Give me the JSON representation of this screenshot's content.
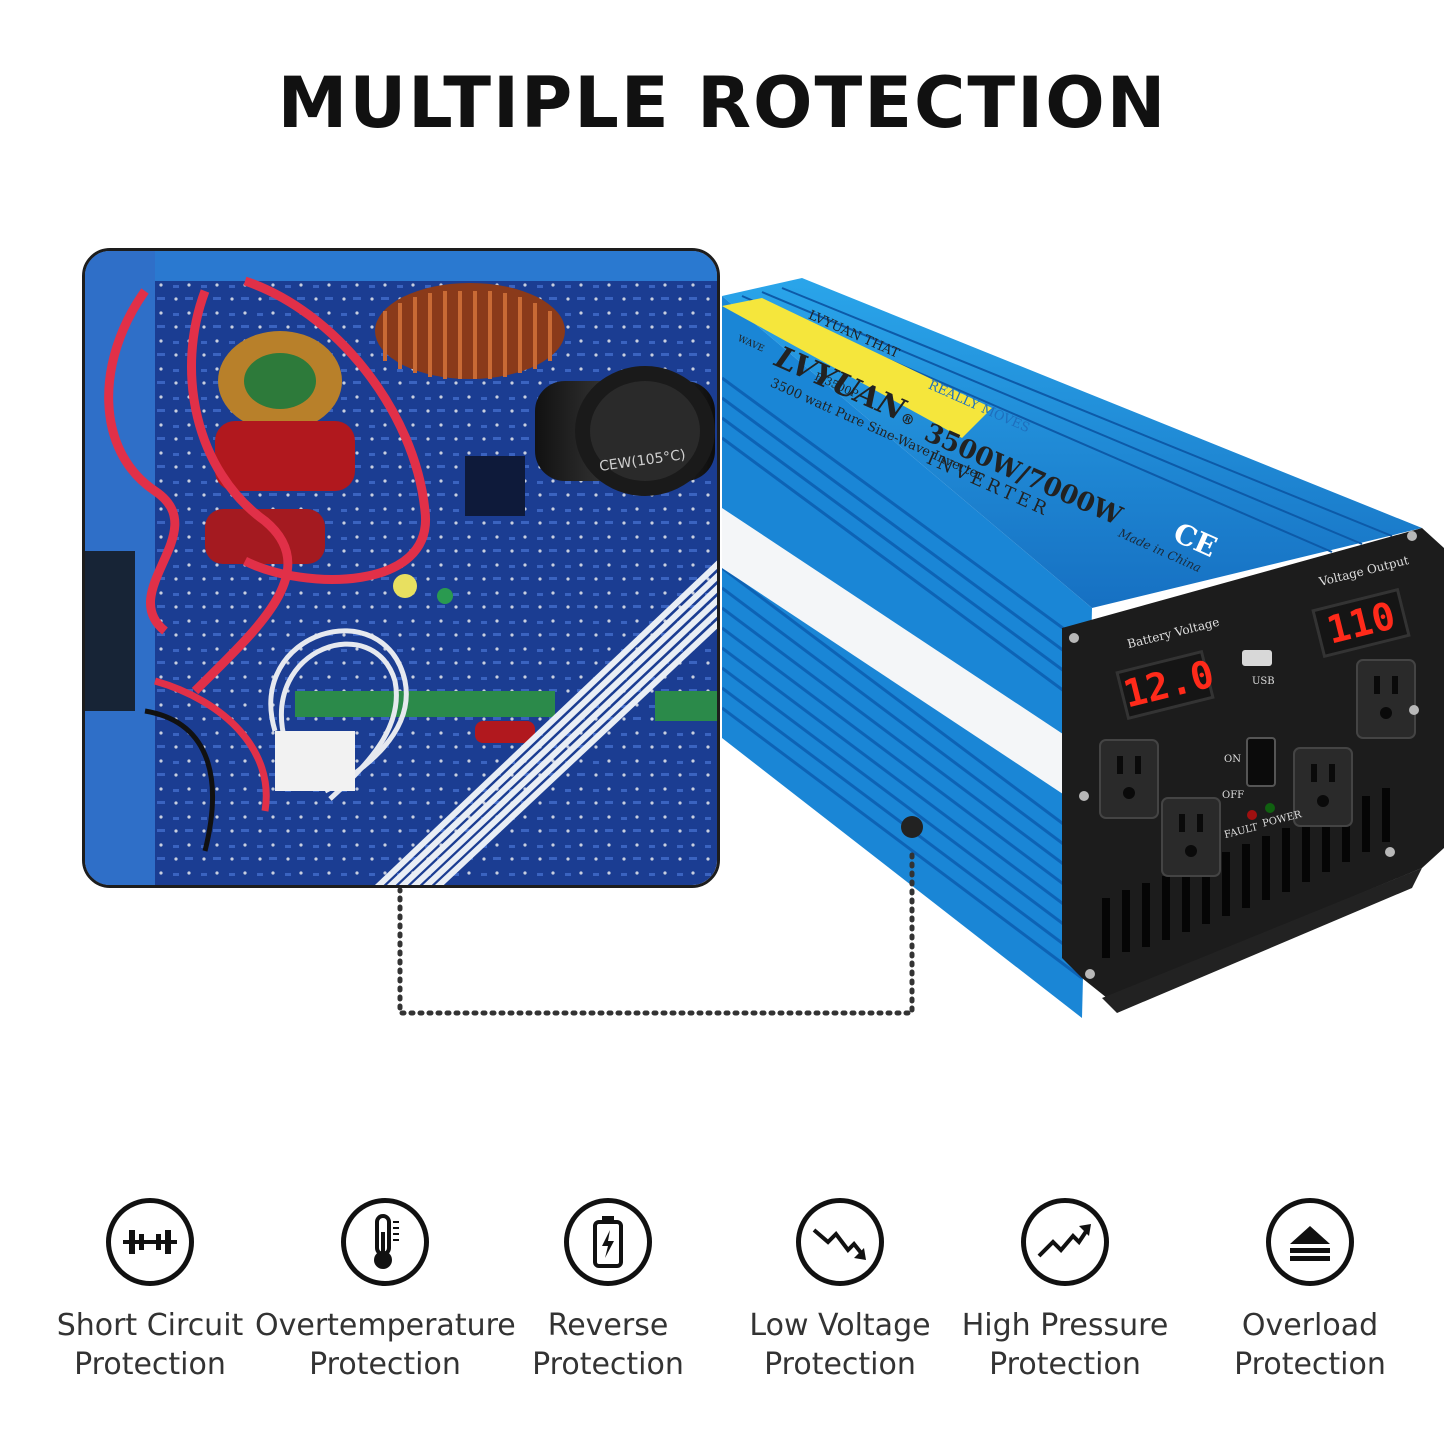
{
  "title": "MULTIPLE ROTECTION",
  "product": {
    "brand": "LVYUAN",
    "brand_mark": "®",
    "slogan_left": "LVYUAN THAT",
    "slogan_right": "REALLY MOVES",
    "model": "F-3500P",
    "power": "3500W/7000W",
    "type": "INVERTER",
    "description": "3500 watt Pure Sine-Wave Inverter",
    "wave_text": "WAVE",
    "cert": "CE",
    "origin": "Made in China",
    "battery_label": "Battery Voltage",
    "battery_value": "12.0",
    "output_label": "Voltage Output",
    "output_value": "110",
    "usb_label": "USB",
    "on_label": "ON",
    "off_label": "OFF",
    "fault_label": "FAULT",
    "power_label": "POWER"
  },
  "board": {
    "capacitor_text": "CEW(105°C)"
  },
  "features": [
    {
      "line1": "Short Circuit",
      "line2": "Protection",
      "icon": "short-circuit-icon"
    },
    {
      "line1": "Overtemperature",
      "line2": "Protection",
      "icon": "thermometer-icon"
    },
    {
      "line1": "Reverse",
      "line2": "Protection",
      "icon": "battery-icon"
    },
    {
      "line1": "Low Voltage",
      "line2": "Protection",
      "icon": "trend-down-icon"
    },
    {
      "line1": "High Pressure",
      "line2": "Protection",
      "icon": "trend-up-icon"
    },
    {
      "line1": "Overload",
      "line2": "Protection",
      "icon": "overload-icon"
    }
  ],
  "colors": {
    "inverter_blue": "#1f8fd8",
    "board_blue": "#1a3a8c",
    "led_red": "#ff2a1a",
    "label_yellow": "#f5e63c"
  }
}
